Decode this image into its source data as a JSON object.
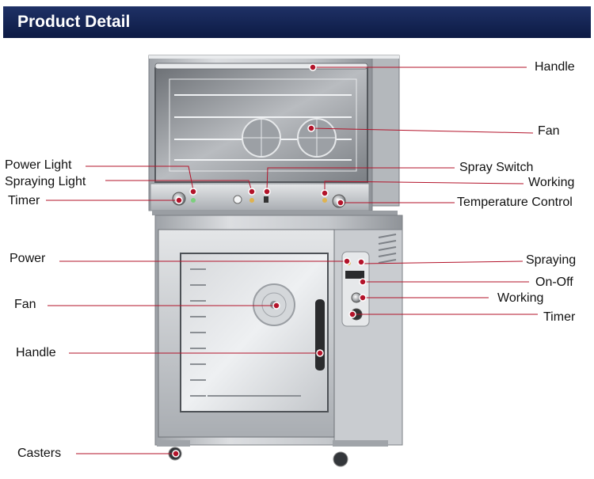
{
  "header": {
    "title": "Product Detail"
  },
  "colors": {
    "header_bg": "#14245a",
    "callout": "#b3132a",
    "steel": "#c9ccd0"
  },
  "callouts": {
    "handle_top": "Handle",
    "fan_top": "Fan",
    "power_light": "Power Light",
    "spraying_light": "Spraying Light",
    "timer_top": "Timer",
    "spray_switch": "Spray Switch",
    "working_top": "Working",
    "temperature_control": "Temperature Control",
    "power": "Power",
    "spraying": "Spraying",
    "on_off": "On-Off",
    "working_bottom": "Working",
    "timer_bottom": "Timer",
    "fan_bottom": "Fan",
    "handle_bottom": "Handle",
    "casters": "Casters"
  }
}
